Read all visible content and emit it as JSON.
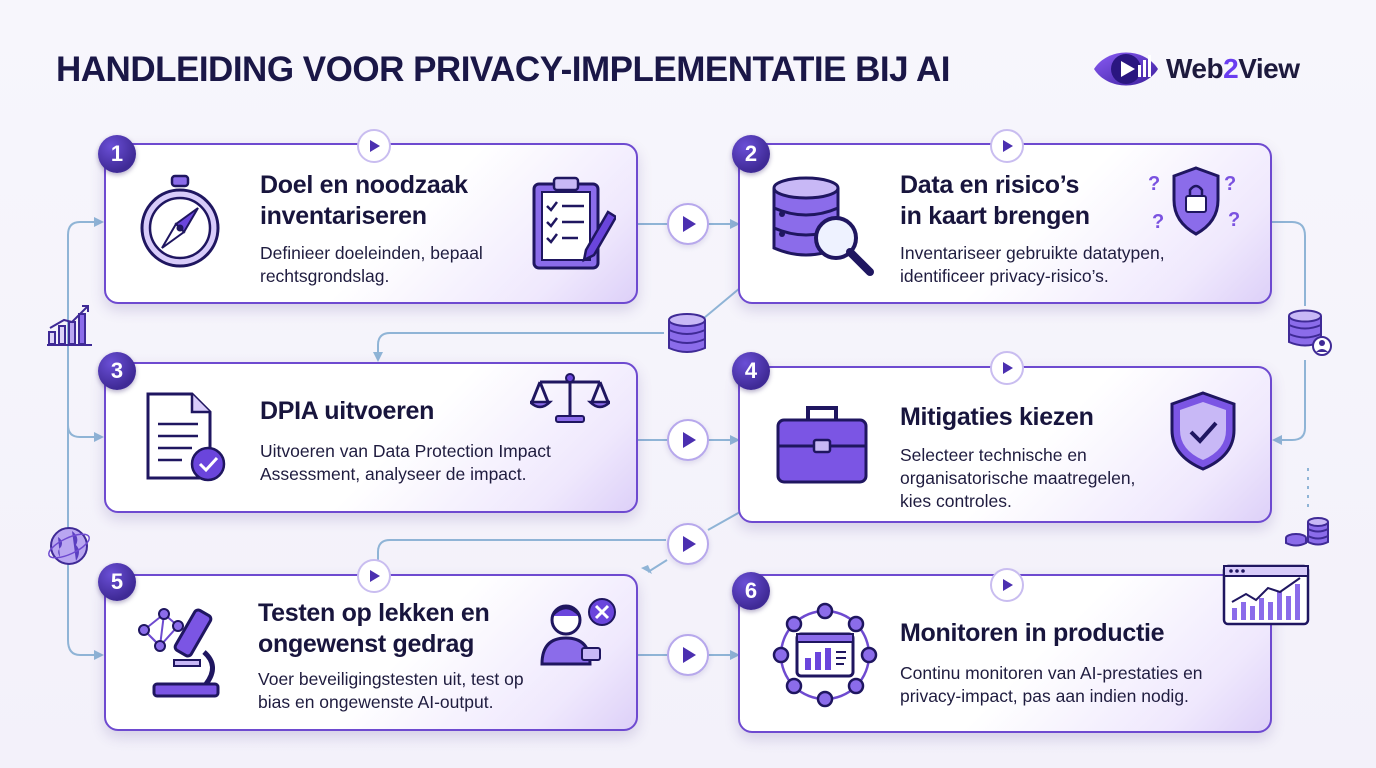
{
  "title": "HANDLEIDING VOOR PRIVACY-IMPLEMENTATIE BIJ AI",
  "brand": {
    "part1": "Web",
    "part2": "2",
    "part3": "View"
  },
  "steps": [
    {
      "num": "1",
      "title_line1": "Doel en noodzaak",
      "title_line2": "inventariseren",
      "desc_line1": "Definieer doeleinden, bepaal",
      "desc_line2": "rechtsgrondslag.",
      "desc_line3": ""
    },
    {
      "num": "2",
      "title_line1": "Data en risico’s",
      "title_line2": "in kaart brengen",
      "desc_line1": "Inventariseer gebruikte datatypen,",
      "desc_line2": "identificeer privacy-risico’s.",
      "desc_line3": ""
    },
    {
      "num": "3",
      "title_line1": "DPIA uitvoeren",
      "title_line2": "",
      "desc_line1": "Uitvoeren van Data Protection Impact",
      "desc_line2": "Assessment, analyseer de impact.",
      "desc_line3": ""
    },
    {
      "num": "4",
      "title_line1": "Mitigaties kiezen",
      "title_line2": "",
      "desc_line1": "Selecteer technische en",
      "desc_line2": "organisatorische maatregelen,",
      "desc_line3": "kies controles."
    },
    {
      "num": "5",
      "title_line1": "Testen op lekken en",
      "title_line2": "ongewenst gedrag",
      "desc_line1": "Voer beveiligingstesten uit, test op",
      "desc_line2": "bias en ongewenste AI-output.",
      "desc_line3": ""
    },
    {
      "num": "6",
      "title_line1": "Monitoren in productie",
      "title_line2": "",
      "desc_line1": "Continu monitoren van AI-prestaties en",
      "desc_line2": "privacy-impact, pas aan indien nodig.",
      "desc_line3": ""
    }
  ],
  "colors": {
    "accent": "#6e4ad0",
    "dark": "#3f2a96",
    "line": "#8fb4d6",
    "text": "#1a1747"
  }
}
